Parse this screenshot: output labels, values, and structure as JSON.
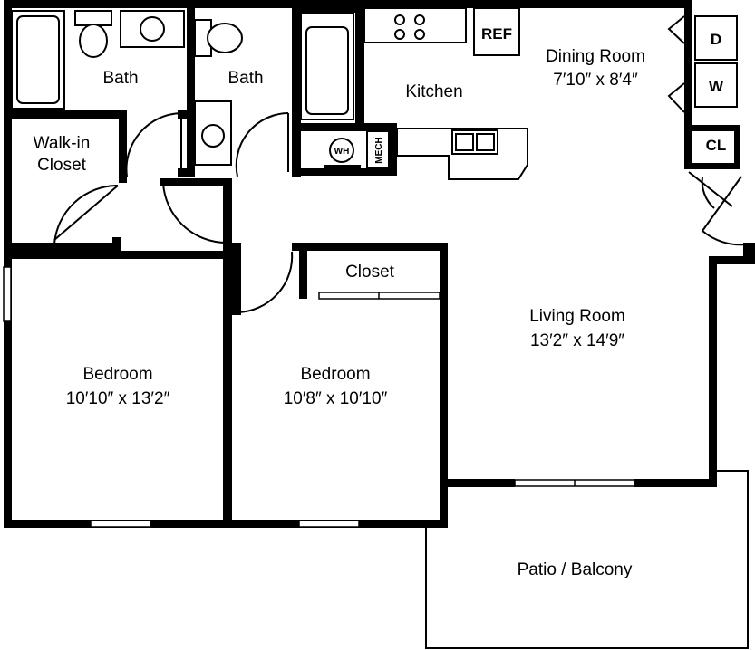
{
  "rooms": {
    "bath_left": {
      "name": "Bath"
    },
    "bath_right": {
      "name": "Bath"
    },
    "kitchen": {
      "name": "Kitchen"
    },
    "dining": {
      "name": "Dining Room",
      "size": "7′10″ x 8′4″"
    },
    "walkin": {
      "line1": "Walk-in",
      "line2": "Closet"
    },
    "closet": {
      "name": "Closet"
    },
    "living": {
      "name": "Living Room",
      "size": "13′2″ x 14′9″"
    },
    "bedroom_left": {
      "name": "Bedroom",
      "size": "10′10″ x 13′2″"
    },
    "bedroom_right": {
      "name": "Bedroom",
      "size": "10′8″ x 10′10″"
    },
    "patio": {
      "name": "Patio / Balcony"
    }
  },
  "fixtures": {
    "refrigerator": "REF",
    "dryer": "D",
    "washer": "W",
    "coat_closet": "CL",
    "water_heater": "WH",
    "mechanical": "MECH"
  },
  "colors": {
    "wall": "#000000",
    "background": "#ffffff"
  }
}
